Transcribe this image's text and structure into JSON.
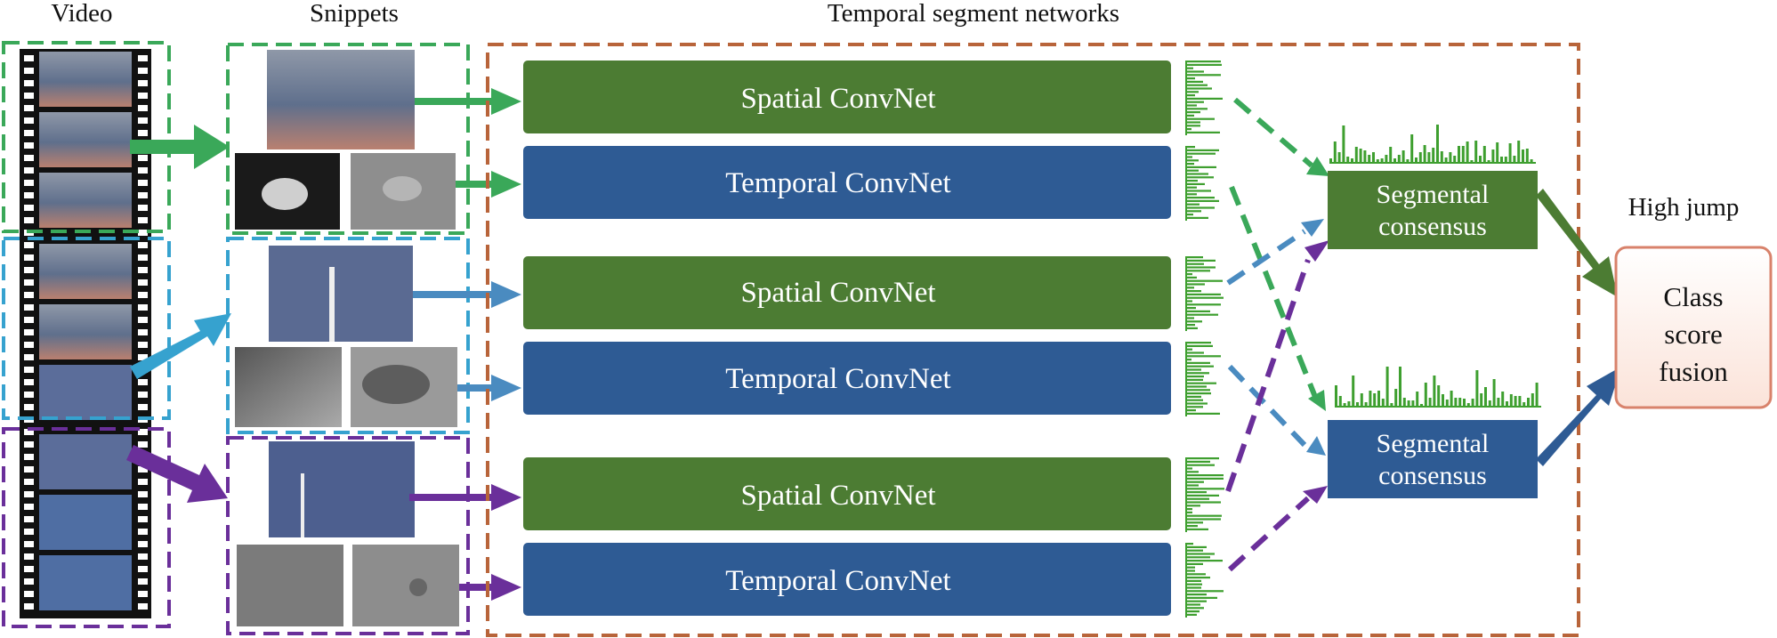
{
  "headings": {
    "video": "Video",
    "snippets": "Snippets",
    "tsn": "Temporal segment networks"
  },
  "streams": [
    {
      "label": "Spatial ConvNet",
      "kind": "spatial"
    },
    {
      "label": "Temporal ConvNet",
      "kind": "temporal"
    },
    {
      "label": "Spatial ConvNet",
      "kind": "spatial"
    },
    {
      "label": "Temporal ConvNet",
      "kind": "temporal"
    },
    {
      "label": "Spatial ConvNet",
      "kind": "spatial"
    },
    {
      "label": "Temporal ConvNet",
      "kind": "temporal"
    }
  ],
  "consensus": [
    {
      "line1": "Segmental",
      "line2": "consensus",
      "kind": "spatial"
    },
    {
      "line1": "Segmental",
      "line2": "consensus",
      "kind": "temporal"
    }
  ],
  "output": {
    "class_label": "High jump",
    "fusion_lines": [
      "Class",
      "score",
      "fusion"
    ]
  },
  "colors": {
    "segment_1": "#3aa859",
    "segment_2": "#36a2cf",
    "segment_3": "#6a2f9a",
    "tsn_border": "#b8643a",
    "spatial_fill": "#4c7c33",
    "temporal_fill": "#2e5b94",
    "score_bars": "#3e9f2f",
    "arrow_spatial": "#4b8038",
    "arrow_temporal": "#2e5b94",
    "fusion_border": "#d8826b",
    "fusion_fill": "#fdf1ec"
  },
  "icons": [
    "film-strip",
    "video-frame",
    "optical-flow-frame",
    "score-histogram"
  ]
}
